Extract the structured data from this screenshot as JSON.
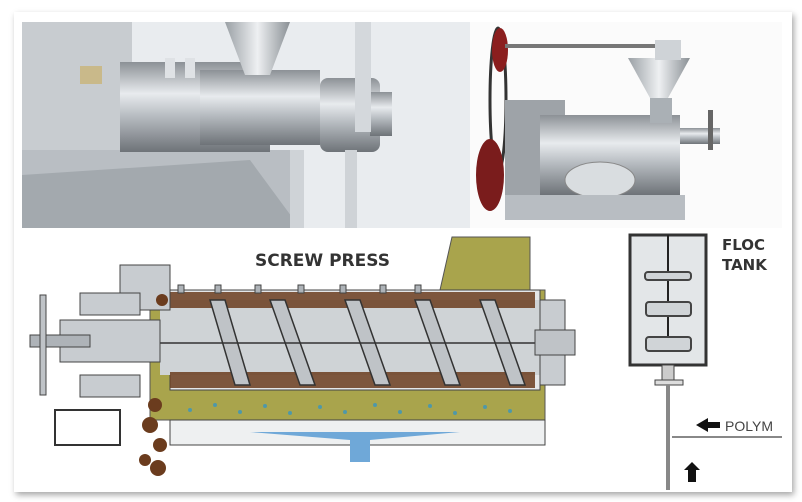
{
  "diagram": {
    "title": "SCREW PRESS",
    "floc_tank_line1": "FLOC",
    "floc_tank_line2": "TANK",
    "polymer_label": "POLYM"
  },
  "colors": {
    "housing": "#a9a44c",
    "steel": "#c9cccf",
    "sludge": "#6b3c1e",
    "water": "#6fa8d8"
  }
}
